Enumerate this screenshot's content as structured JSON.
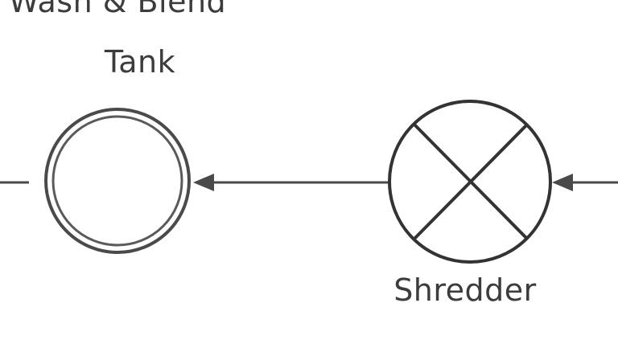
{
  "nodes": {
    "tank": {
      "label_line1": "Wash & Blend",
      "label_line2": "Tank",
      "symbol": "double-circle"
    },
    "shredder": {
      "label": "Shredder",
      "symbol": "circle-with-x"
    }
  },
  "connections": [
    {
      "from": "offscreen-right",
      "to": "shredder"
    },
    {
      "from": "shredder",
      "to": "tank"
    },
    {
      "from": "tank",
      "to": "offscreen-left"
    }
  ],
  "colors": {
    "line": "#3a3a3a",
    "pipe": "#4a4a4a",
    "text": "#3c3c3c",
    "background": "#ffffff"
  }
}
